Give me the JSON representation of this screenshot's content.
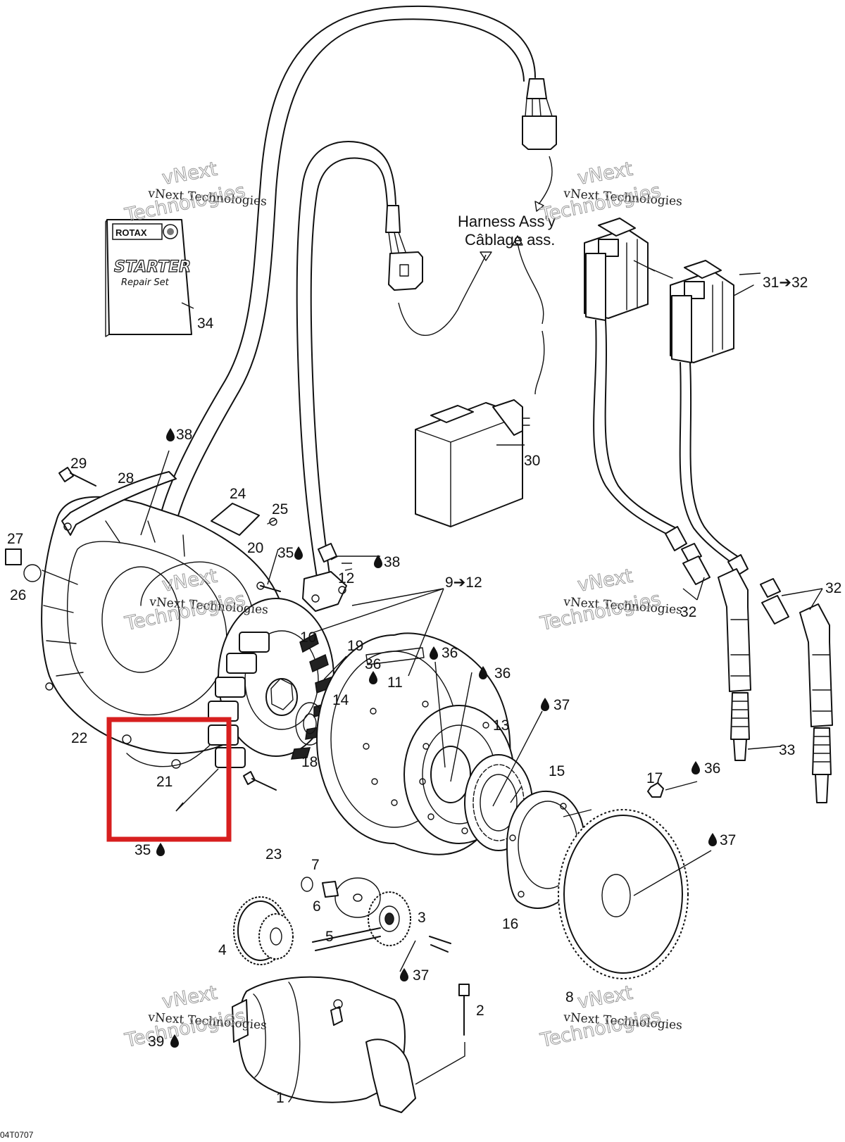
{
  "diagram_code": "04T0707",
  "harness": {
    "line1": "Harness Ass'y",
    "line2": "Câblage ass."
  },
  "box": {
    "title_brand": "ROTAX",
    "title_main": "STARTER",
    "title_sub": "Repair Set"
  },
  "watermark": {
    "line1": "vNext",
    "line2": "vNext Technologies",
    "line3": "Technologies"
  },
  "highlight_color": "#d71f1f",
  "labels": {
    "p1": "1",
    "p2": "2",
    "p3": "3",
    "p4": "4",
    "p5": "5",
    "p6": "6",
    "p7": "7",
    "p8": "8",
    "p9_12": "9➔12",
    "p10": "10",
    "p11": "11",
    "p12": "12",
    "p13": "13",
    "p14": "14",
    "p15": "15",
    "p16": "16",
    "p17": "17",
    "p18": "18",
    "p19": "19",
    "p20": "20",
    "p21": "21",
    "p22": "22",
    "p23": "23",
    "p24": "24",
    "p25": "25",
    "p26": "26",
    "p27": "27",
    "p28": "28",
    "p29": "29",
    "p30": "30",
    "p31_32": "31➔32",
    "p32a": "32",
    "p32b": "32",
    "p33": "33",
    "p34": "34",
    "p35a": "35",
    "p35b": "35",
    "p36a": "36",
    "p36b": "36",
    "p36c": "36",
    "p36d": "36",
    "p37a": "37",
    "p37b": "37",
    "p37c": "37",
    "p38a": "38",
    "p38b": "38",
    "p39": "39"
  }
}
